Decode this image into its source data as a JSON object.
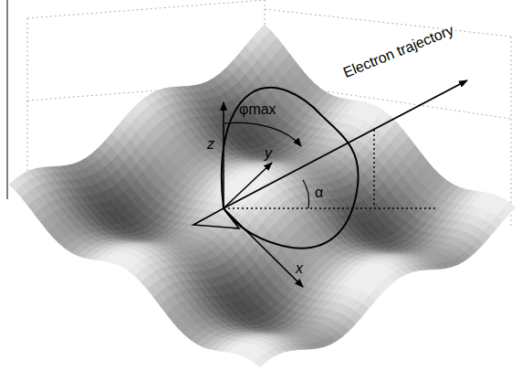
{
  "diagram": {
    "labels": [
      "z",
      "φmax",
      "y",
      "Electron trajectory",
      "α",
      "x"
    ]
  }
}
